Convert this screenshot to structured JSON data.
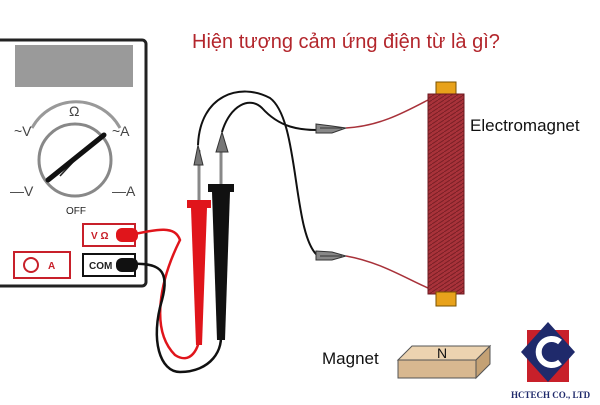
{
  "title": "Hiện tượng cảm ứng điện từ là gì?",
  "labels": {
    "electromagnet": "Electromagnet",
    "magnet": "Magnet",
    "magnet_pole": "N",
    "meter_omega": "Ω",
    "meter_ac_left": "~V",
    "meter_ac_right": "~A",
    "meter_dc_left": "—V",
    "meter_dc_right": "—A",
    "meter_off": "OFF",
    "jack_volt_ohm": "V Ω",
    "jack_amp": "A",
    "jack_com": "COM",
    "brand": "HCTECH CO., LTD"
  },
  "colors": {
    "title": "#b3262c",
    "coil": "#a8323a",
    "coil_caps": "#e8a21b",
    "probe_red": "#e0151b",
    "probe_black": "#111111",
    "magnet": "#d8b890",
    "logo_red": "#c8202a",
    "logo_navy": "#1f2a6b"
  }
}
